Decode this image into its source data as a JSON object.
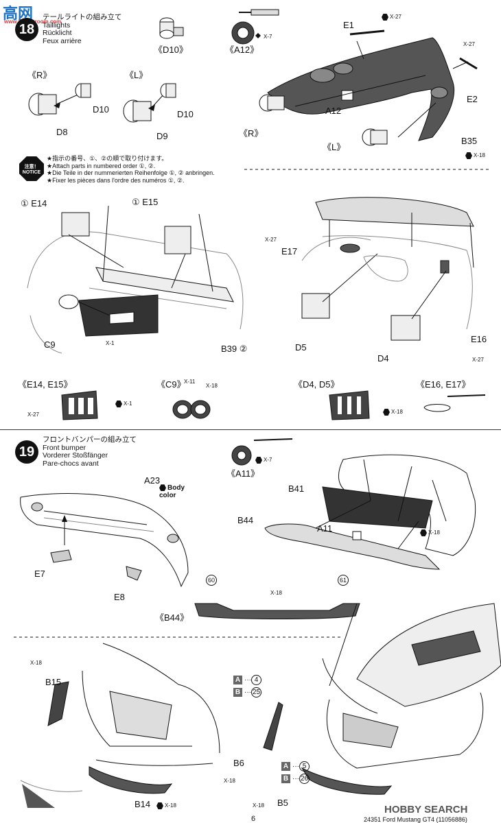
{
  "watermark_top": {
    "text": "高网",
    "url": "www.hobbyroom.com"
  },
  "step18": {
    "number": "18",
    "title_jp": "テールライトの組み立て",
    "title_en": "Taillights",
    "title_de": "Rücklicht",
    "title_fr": "Feux arrière",
    "notice": {
      "badge_jp": "注意！",
      "badge_en": "NOTICE",
      "lines": [
        "★指示の番号、①、②の順で取り付けます。",
        "★Attach parts in numbered order ①, ②.",
        "★Die Teile in der nummerierten Reihenfolge ①, ② anbringen.",
        "★Fixer les pièces dans l'ordre des numéros ①, ②."
      ]
    },
    "labels": {
      "d10_ref": "《D10》",
      "a12_ref": "《A12》",
      "x7": "X-7",
      "x27a": "X-27",
      "x27b": "X-27",
      "x27c": "X-27",
      "x27d": "X-27",
      "x27e": "X-27",
      "x18a": "X-18",
      "x18b": "X-18",
      "x18c": "X-18",
      "x1a": "X-1",
      "x1b": "X-1",
      "x11": "X-11",
      "e1": "E1",
      "e2": "E2",
      "a12": "A12",
      "b35": "B35",
      "r1": "《R》",
      "l1": "《L》",
      "r2": "《R》",
      "l2": "《L》",
      "d10a": "D10",
      "d10b": "D10",
      "d8": "D8",
      "d9": "D9",
      "e14": "① E14",
      "e15": "① E15",
      "c9": "C9",
      "b39": "B39 ②",
      "e17": "E17",
      "d5": "D5",
      "d4": "D4",
      "e16": "E16",
      "e14e15_ref": "《E14, E15》",
      "c9_ref": "《C9》",
      "d4d5_ref": "《D4, D5》",
      "e16e17_ref": "《E16, E17》"
    }
  },
  "step19": {
    "number": "19",
    "title_jp": "フロントバンパーの組み立て",
    "title_en": "Front bumper",
    "title_de": "Vorderer Stoßfänger",
    "title_fr": "Pare-chocs avant",
    "labels": {
      "a11_ref": "《A11》",
      "x7": "X-7",
      "a23": "A23",
      "body_color": "Body color",
      "b41": "B41",
      "b44": "B44",
      "a11": "A11",
      "x18a": "X-18",
      "x18b": "X-18",
      "x18c": "X-18",
      "x18d": "X-18",
      "x18e": "X-18",
      "x18f": "X-18",
      "e7": "E7",
      "e8": "E8",
      "b44_ref": "《B44》",
      "n60": "60",
      "n61": "61",
      "b15": "B15",
      "b14": "B14",
      "b6": "B6",
      "b5": "B5",
      "a4": "4",
      "b25": "25",
      "a5": "5",
      "b26": "26",
      "sq_a": "A",
      "sq_b": "B",
      "sq_a2": "A",
      "sq_b2": "B"
    }
  },
  "footer": {
    "page_num": "6",
    "product": "24351 Ford Mustang GT4 (11056886)",
    "watermark": "HOBBY SEARCH"
  }
}
